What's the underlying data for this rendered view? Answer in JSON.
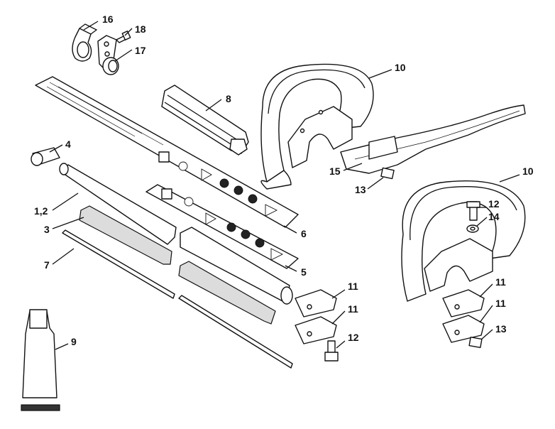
{
  "labels": {
    "part_16": "16",
    "part_18": "18",
    "part_17": "17",
    "part_10_upper": "10",
    "part_8": "8",
    "part_4": "4",
    "part_1_2": "1,2",
    "part_3": "3",
    "part_7": "7",
    "part_6": "6",
    "part_5": "5",
    "part_15": "15",
    "part_13_upper": "13",
    "part_10_lower": "10",
    "part_12_right": "12",
    "part_14": "14",
    "part_11_a": "11",
    "part_11_b": "11",
    "part_12_lower": "12",
    "part_11_c": "11",
    "part_11_d": "11",
    "part_13_lower": "13",
    "part_9": "9"
  },
  "colors": {
    "line": "#111111",
    "fill": "#ffffff",
    "shade": "#dcdcdc",
    "dark": "#222222"
  }
}
